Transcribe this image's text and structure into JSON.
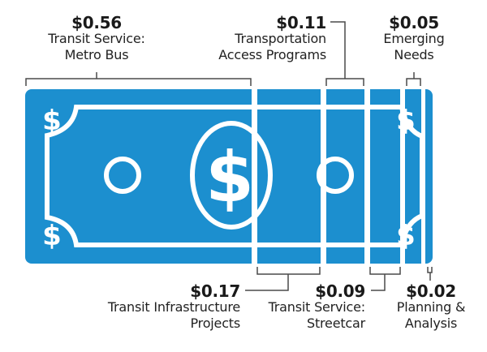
{
  "colors": {
    "bill": "#1c8fcf",
    "lines": "#4a4a4a",
    "text": "#1a1a1a",
    "background": "#ffffff"
  },
  "segments": [
    {
      "id": "metro_bus",
      "amount": "$0.56",
      "line1": "Transit Service:",
      "line2": "Metro Bus",
      "position": "top"
    },
    {
      "id": "infrastructure",
      "amount": "$0.17",
      "line1": "Transit Infrastructure",
      "line2": "Projects",
      "position": "bottom"
    },
    {
      "id": "access_programs",
      "amount": "$0.11",
      "line1": "Transportation",
      "line2": "Access Programs",
      "position": "top"
    },
    {
      "id": "streetcar",
      "amount": "$0.09",
      "line1": "Transit Service:",
      "line2": "Streetcar",
      "position": "bottom"
    },
    {
      "id": "emerging_needs",
      "amount": "$0.05",
      "line1": "Emerging",
      "line2": "Needs",
      "position": "top"
    },
    {
      "id": "planning",
      "amount": "$0.02",
      "line1": "Planning &",
      "line2": "Analysis",
      "position": "bottom"
    }
  ],
  "icons": {
    "bill": "dollar-bill-icon",
    "symbol": "$"
  }
}
